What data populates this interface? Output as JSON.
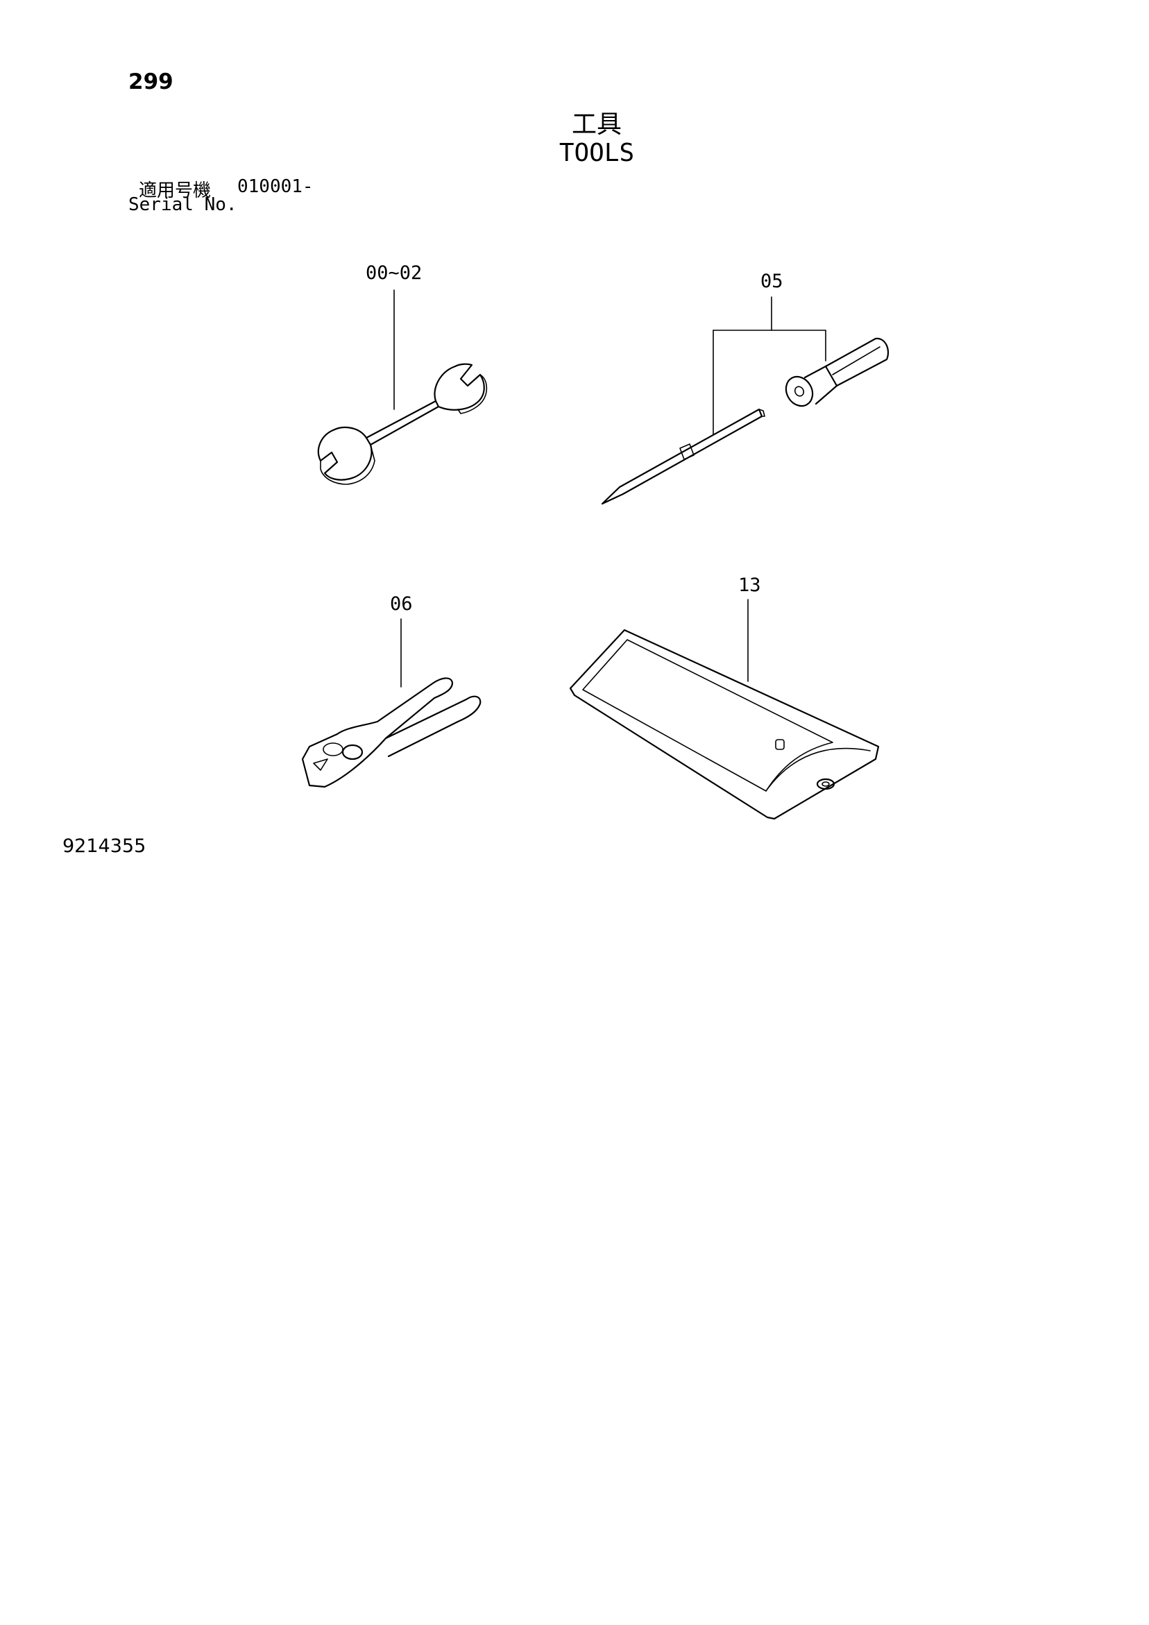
{
  "page_number": "299",
  "title_ja": "工具",
  "title_en": "TOOLS",
  "serial_label_ja": "適用号機",
  "serial_value": "010001-",
  "serial_label_en": "Serial No.",
  "document_code": "9214355",
  "callouts": {
    "wrench": "00~02",
    "screwdriver": "05",
    "pliers": "06",
    "tool_bag": "13"
  },
  "line_color": "#000000",
  "background_color": "#ffffff"
}
